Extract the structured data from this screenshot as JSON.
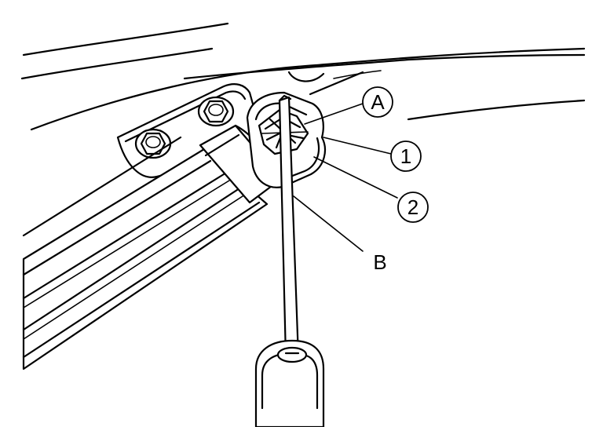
{
  "callouts": {
    "a": "A",
    "one": "1",
    "two": "2",
    "b": "B"
  }
}
